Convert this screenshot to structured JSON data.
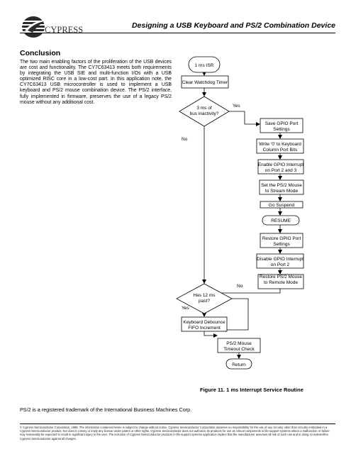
{
  "header": {
    "logo_text": "CYPRESS",
    "title": "Designing a USB Keyboard and PS/2 Combination Device"
  },
  "section": {
    "heading": "Conclusion",
    "paragraph": "The two main enabling factors of the proliferation of the USB devices are cost and functionality. The CY7C63413 meets both requirements by integrating the USB SIE and multi-function I/Os with a USB optimized RISC core in a low-cost part. In this application note, the CY7C63413 USB microcontroller is used to implement a USB keyboard and PS/2 mouse combination device. The PS/2 interface, fully implemented in firmware, preserves the use of a legacy PS/2 mouse without any additional cost."
  },
  "flowchart": {
    "start": "1 ms ISR",
    "clear_watchdog": "Clear Watchdog Timer",
    "decision_inactivity": [
      "3 ms of",
      "bus inactivity?"
    ],
    "yes_label": "Yes",
    "no_label": "No",
    "save_gpio": [
      "Save GPIO Port",
      "Settings"
    ],
    "write_zero": [
      "Write '0' to Keyboard",
      "Column Port Bits"
    ],
    "enable_gpio": [
      "Enable GPIO Interrupt",
      "on Port 2 and 3"
    ],
    "set_stream": [
      "Set the PS/2 Mouse",
      "to Stream Mode"
    ],
    "go_suspend": "Go Suspend",
    "resume": "RESUME",
    "restore_gpio": [
      "Restore GPIO Port",
      "Settings"
    ],
    "disable_gpio": [
      "Disable GPIO Interrupt",
      "on Port 2"
    ],
    "restore_remote": [
      "Restore PS/2 Mouse",
      "to Remote Mode"
    ],
    "decision_12ms": [
      "Has 12 ms",
      "past?"
    ],
    "keyboard_debounce": [
      "Keyboard Debounce",
      "FIFO Increment"
    ],
    "ps2_timeout": [
      "PS/2 Mouse",
      "Timeout Check"
    ],
    "end": "Return"
  },
  "figure_caption": "Figure 11. 1 ms Interrupt Service Routine",
  "trademark_note": "PS/2 is a registered trademark of the International Business Machines Corp.",
  "footer": "© Cypress Semiconductor Corporation, 1998. The information contained herein is subject to change without notice. Cypress Semiconductor Corporation assumes no responsibility for the use of any circuitry other than circuitry embodied in a Cypress Semiconductor product. Nor does it convey or imply any license under patent or other rights. Cypress Semiconductor does not authorize its products for use as critical components in life-support systems where a malfunction or failure may reasonably be expected to result in significant injury to the user. The inclusion of Cypress Semiconductor products in life-support systems application implies that the manufacturer assumes all risk of such use and in doing so indemnifies Cypress Semiconductor against all charges."
}
